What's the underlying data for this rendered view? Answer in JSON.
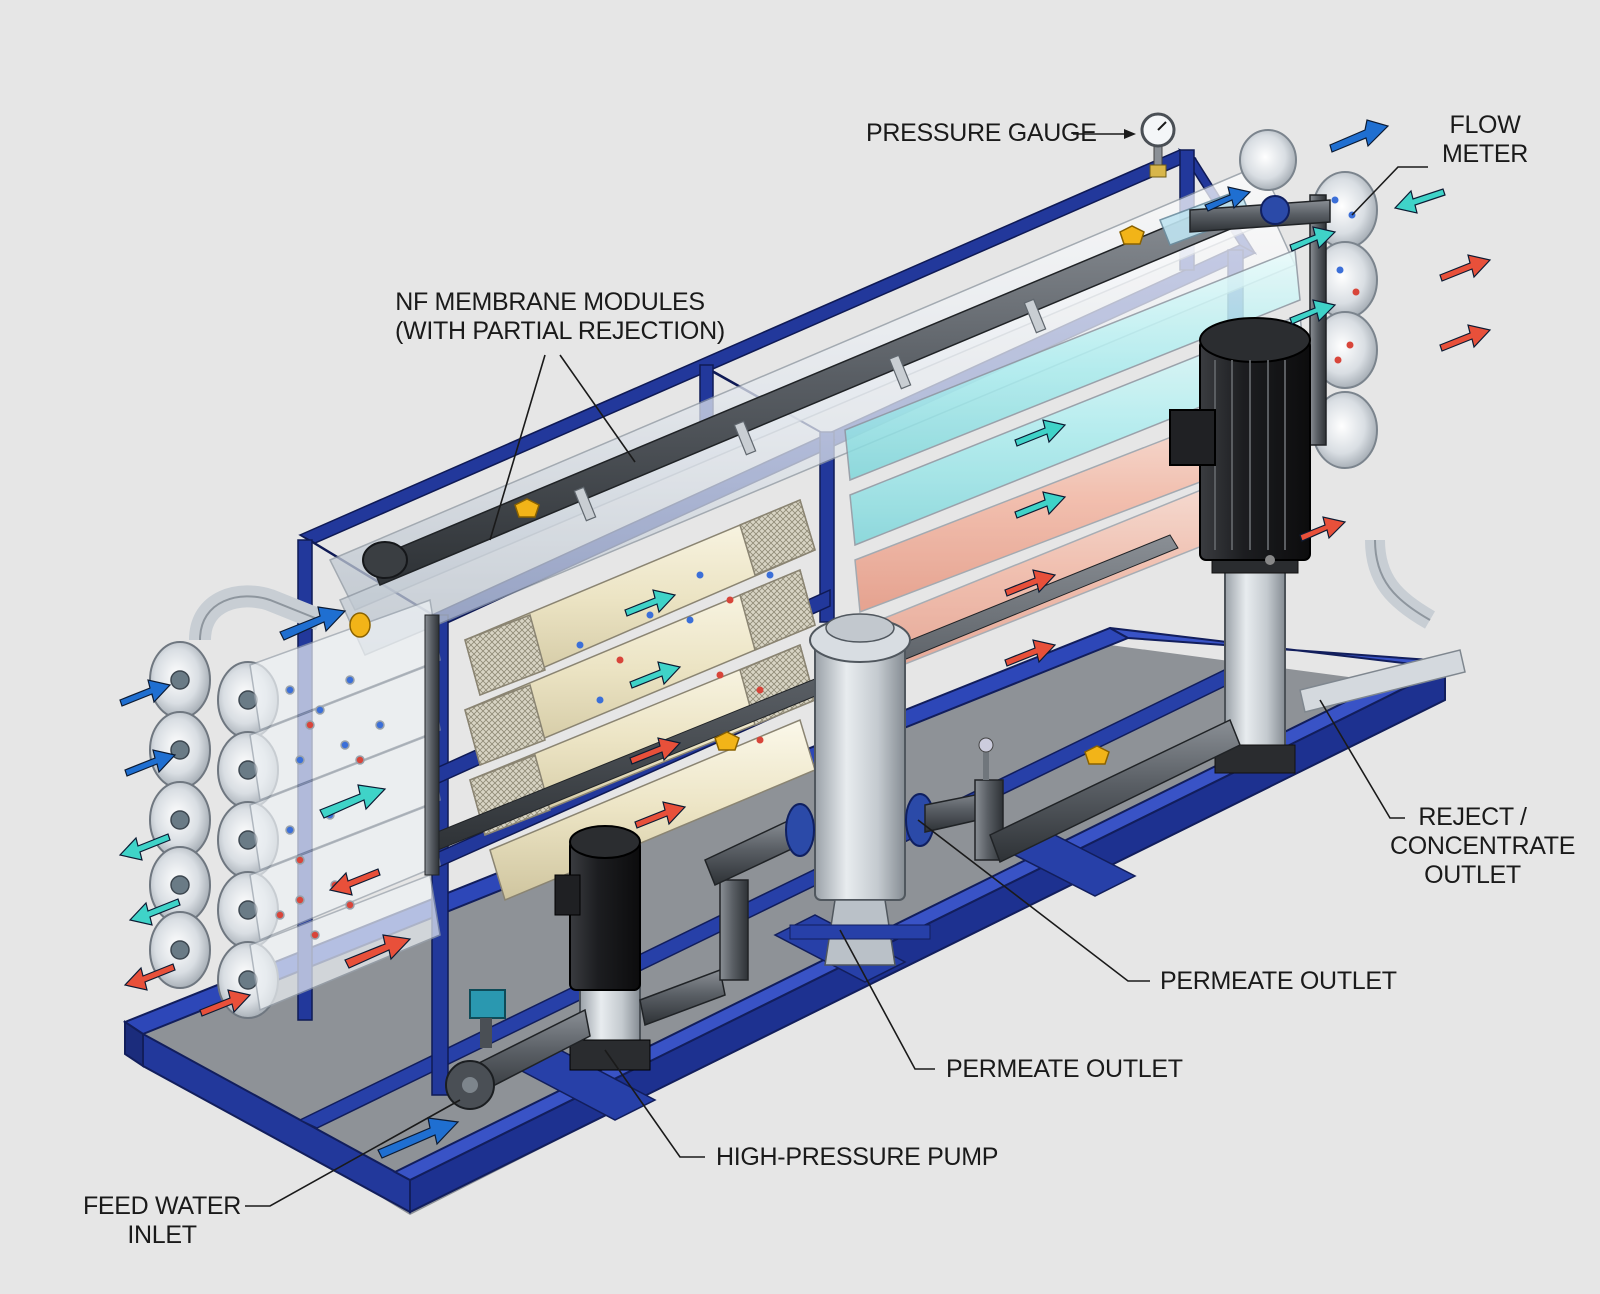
{
  "labels": {
    "pressure_gauge": "PRESSURE GAUGE",
    "flow_meter": [
      "FLOW",
      "METER"
    ],
    "nf_modules": [
      "NF MEMBRANE MODULES",
      "(WITH PARTIAL REJECTION)"
    ],
    "reject_outlet": [
      "REJECT /",
      "CONCENTRATE",
      "OUTLET"
    ],
    "permeate_outlet_upper": "PERMEATE OUTLET",
    "permeate_outlet_lower": "PERMEATE OUTLET",
    "high_pressure_pump": "HIGH-PRESSURE PUMP",
    "feed_water_inlet": [
      "FEED WATER",
      "INLET"
    ]
  },
  "colors": {
    "background": "#e6e6e6",
    "frame_blue": "#22389b",
    "feed_arrow": "#1f6fd1",
    "permeate_arrow": "#3fd3c8",
    "reject_arrow": "#e8503a",
    "valve_yellow": "#f2b418",
    "pipe_grey": "#55595e",
    "pump_black": "#1e1f21",
    "vessel_white": "#eef2f5",
    "membrane_cream": "#efe9cf"
  },
  "icons": {
    "pressure_gauge": "pressure-gauge-icon",
    "flow_meter": "flow-meter-icon",
    "valve": "ball-valve-icon",
    "pump": "vertical-pump-icon",
    "cartridge_filter": "cartridge-filter-icon"
  }
}
